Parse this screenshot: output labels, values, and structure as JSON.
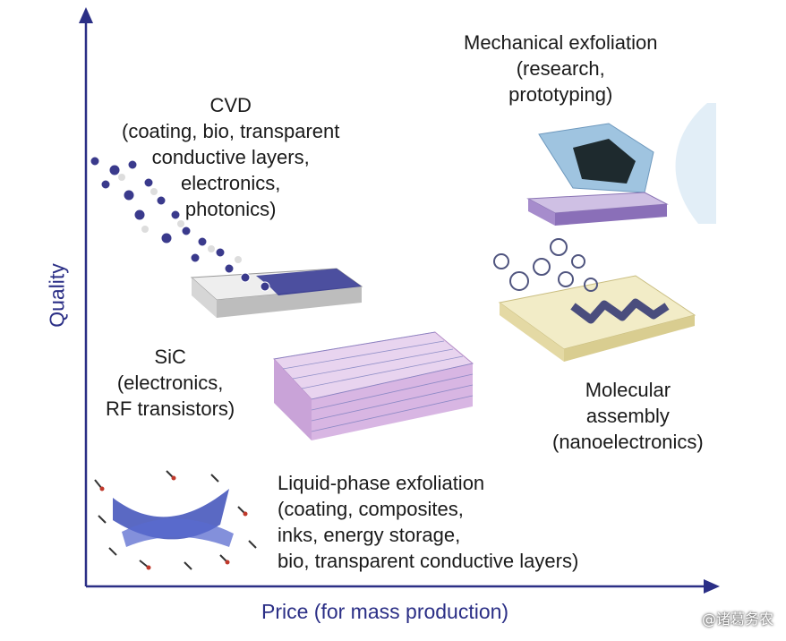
{
  "axes": {
    "y_label": "Quality",
    "x_label": "Price (for mass production)",
    "axis_color": "#2b2f86"
  },
  "methods": [
    {
      "id": "mechanical",
      "title": "Mechanical exfoliation",
      "lines": [
        "Mechanical exfoliation",
        "(research,",
        "prototyping)"
      ]
    },
    {
      "id": "cvd",
      "title": "CVD",
      "lines": [
        "CVD",
        "(coating, bio, transparent",
        "conductive layers,",
        "electronics,",
        "photonics)"
      ]
    },
    {
      "id": "sic",
      "title": "SiC",
      "lines": [
        "SiC",
        "(electronics,",
        "RF transistors)"
      ]
    },
    {
      "id": "molecular",
      "title": "Molecular assembly",
      "lines": [
        "Molecular",
        "assembly",
        "(nanoelectronics)"
      ]
    },
    {
      "id": "liquid",
      "title": "Liquid-phase exfoliation",
      "lines": [
        "Liquid-phase exfoliation",
        "(coating, composites,",
        "inks, energy storage,",
        "bio, transparent conductive layers)"
      ]
    }
  ],
  "watermark": "@诸葛务农",
  "colors": {
    "graphene_blue": "#2f3290",
    "substrate_gray": "#c8c8c8",
    "substrate_purple": "#b79ad1",
    "substrate_cream": "#f2ecc7",
    "lattice_pink": "#c67bd0",
    "tape_blue": "#9fc4e0"
  }
}
